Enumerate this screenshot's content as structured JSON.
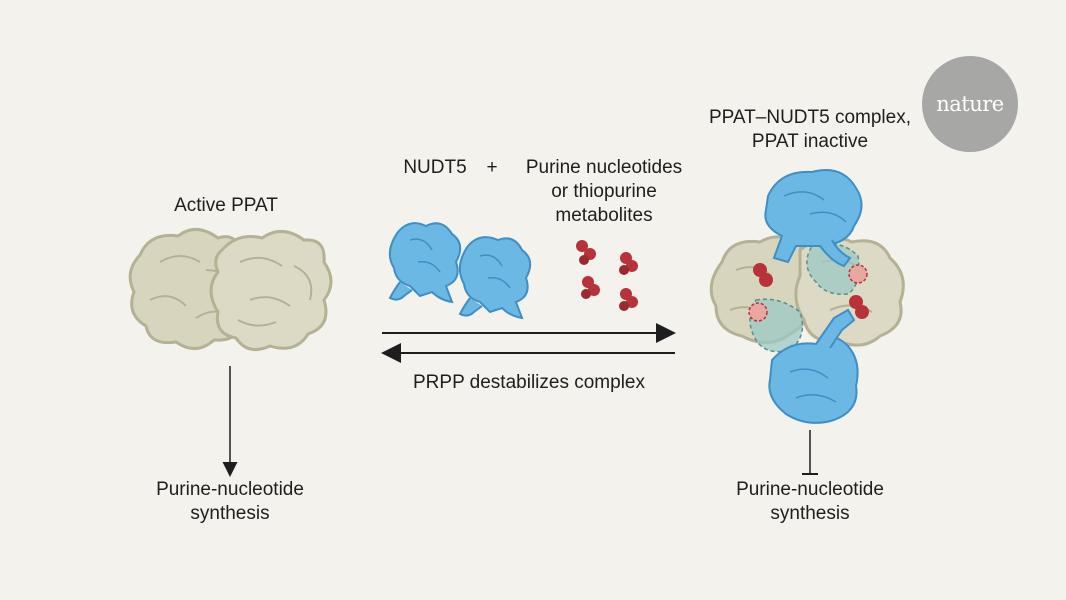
{
  "logo": {
    "text": "nature"
  },
  "left_panel": {
    "title": "Active PPAT",
    "outcome_line1": "Purine-nucleotide",
    "outcome_line2": "synthesis"
  },
  "middle_panel": {
    "nudt5_label": "NUDT5",
    "plus": "+",
    "ligand_line1": "Purine nucleotides",
    "ligand_line2": "or thiopurine",
    "ligand_line3": "metabolites",
    "reverse_label": "PRPP destabilizes complex"
  },
  "right_panel": {
    "title_line1": "PPAT–NUDT5 complex,",
    "title_line2": "PPAT inactive",
    "outcome_line1": "Purine-nucleotide",
    "outcome_line2": "synthesis"
  },
  "colors": {
    "background": "#f4f2ec",
    "ppat": "#d8d5bf",
    "ppat_shadow": "#b5b195",
    "nudt5": "#6cb8e4",
    "nudt5_dark": "#3f8ec4",
    "ligand": "#b8323a",
    "binding_site": "#9cc8c4",
    "logo": "#a7a7a5"
  }
}
